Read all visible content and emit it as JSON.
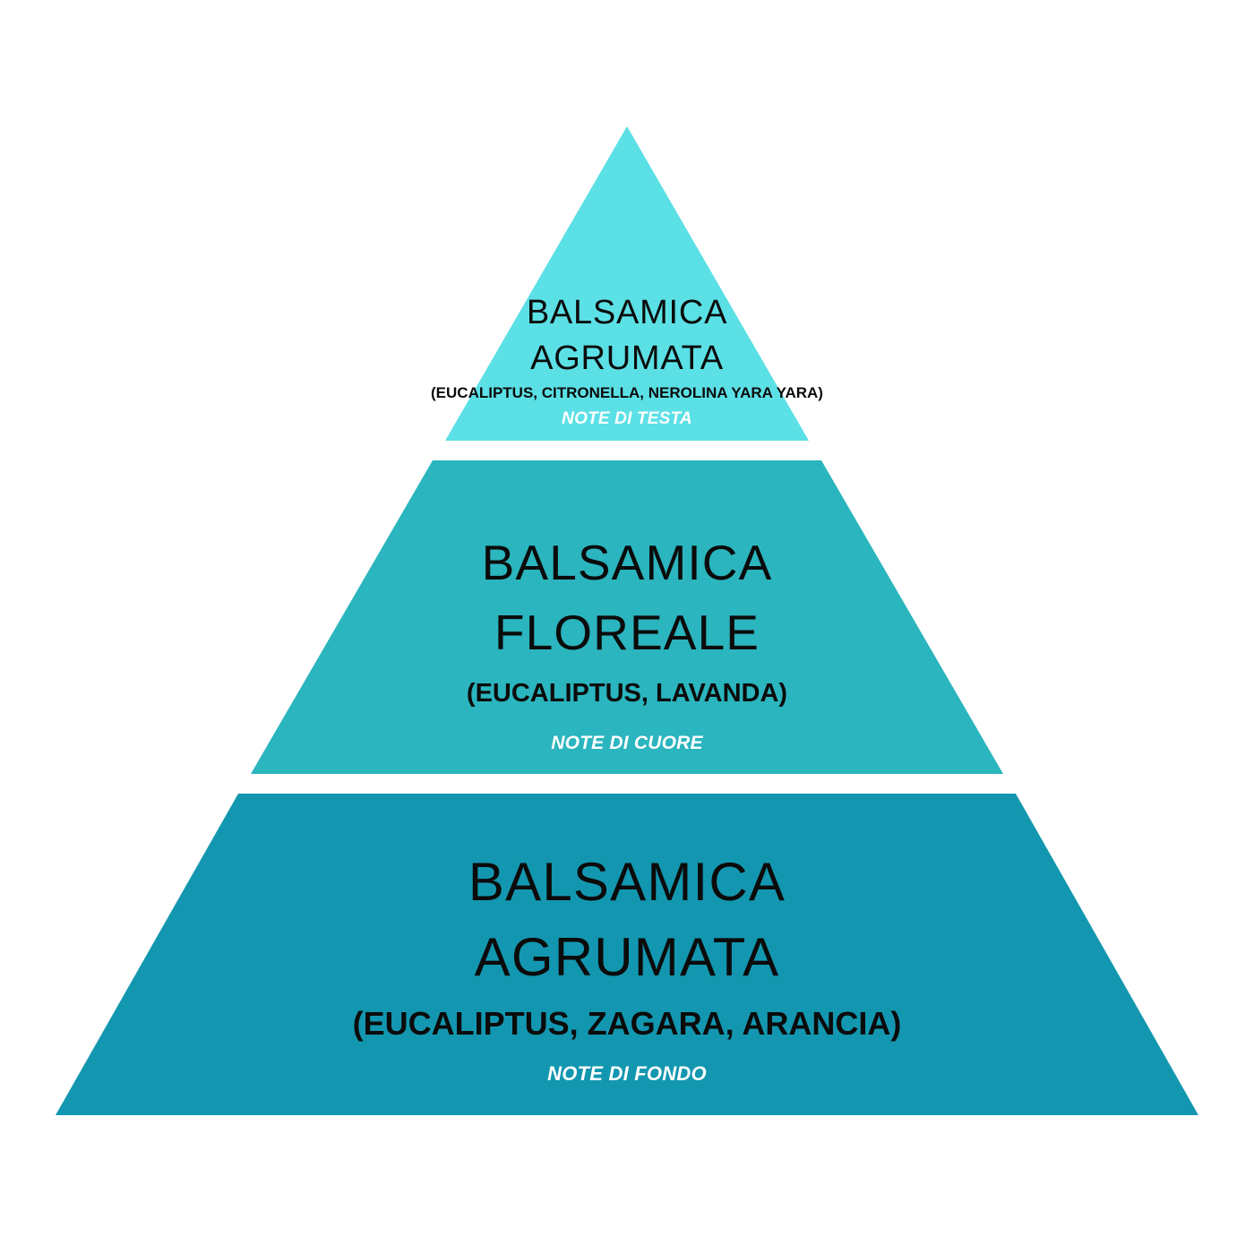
{
  "diagram": {
    "type": "fragrance-pyramid",
    "background_color": "#ffffff",
    "tiers": [
      {
        "id": "top",
        "position": "top",
        "note_label": "NOTE DI TESTA",
        "title_line1": "BALSAMICA",
        "title_line2": "AGRUMATA",
        "ingredients": "(EUCALIPTUS, CITRONELLA, NEROLINA YARA YARA)",
        "color": "#5BE0E6",
        "title_color": "#0b0b0b",
        "note_color": "#ffffff"
      },
      {
        "id": "middle",
        "position": "middle",
        "note_label": "NOTE DI CUORE",
        "title_line1": "BALSAMICA",
        "title_line2": "FLOREALE",
        "ingredients": "(EUCALIPTUS, LAVANDA)",
        "color": "#2BB5BE",
        "title_color": "#0b0b0b",
        "note_color": "#ffffff"
      },
      {
        "id": "bottom",
        "position": "bottom",
        "note_label": "NOTE DI FONDO",
        "title_line1": "BALSAMICA",
        "title_line2": "AGRUMATA",
        "ingredients": "(EUCALIPTUS, ZAGARA, ARANCIA)",
        "color": "#1397B0",
        "title_color": "#0b0b0b",
        "note_color": "#ffffff"
      }
    ]
  }
}
